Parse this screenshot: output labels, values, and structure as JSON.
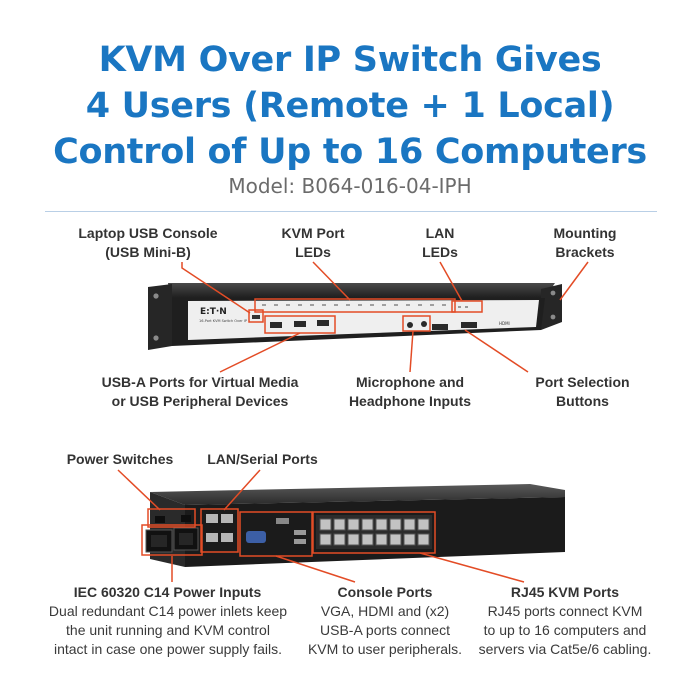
{
  "headline": {
    "line1": "KVM Over IP Switch Gives",
    "line2": "4 Users (Remote + 1 Local)",
    "line3": "Control of Up to 16 Computers"
  },
  "model": "Model: B064-016-04-IPH",
  "colors": {
    "accent": "#1a76c2",
    "callout": "#e34c26",
    "chassis": "#2b2b2b",
    "panel": "#eeeeee"
  },
  "front": {
    "labels": {
      "laptop_usb": [
        "Laptop USB Console",
        "(USB Mini-B)"
      ],
      "kvm_leds": [
        "KVM Port",
        "LEDs"
      ],
      "lan_leds": [
        "LAN",
        "LEDs"
      ],
      "brackets": [
        "Mounting",
        "Brackets"
      ],
      "usb_a": [
        "USB-A Ports for Virtual Media",
        "or USB Peripheral Devices"
      ],
      "mic": [
        "Microphone and",
        "Headphone Inputs"
      ],
      "port_sel": [
        "Port Selection",
        "Buttons"
      ]
    },
    "brand": "E:T·N",
    "panel_text": "16-Port KVM Switch Over IP",
    "hdmi": "HDMI"
  },
  "rear": {
    "labels": {
      "power_switches": "Power Switches",
      "lan_serial": "LAN/Serial Ports",
      "power_inputs": "IEC 60320 C14 Power Inputs",
      "console_ports": "Console Ports",
      "rj45": "RJ45 KVM Ports"
    },
    "descriptions": {
      "power_inputs": [
        "Dual redundant C14 power inlets keep",
        "the unit running and KVM control",
        "intact in case one power supply fails."
      ],
      "console_ports": [
        "VGA, HDMI and (x2)",
        "USB-A ports connect",
        "KVM to user peripherals."
      ],
      "rj45": [
        "RJ45 ports connect KVM",
        "to up to 16 computers and",
        "servers via Cat5e/6 cabling."
      ]
    }
  }
}
